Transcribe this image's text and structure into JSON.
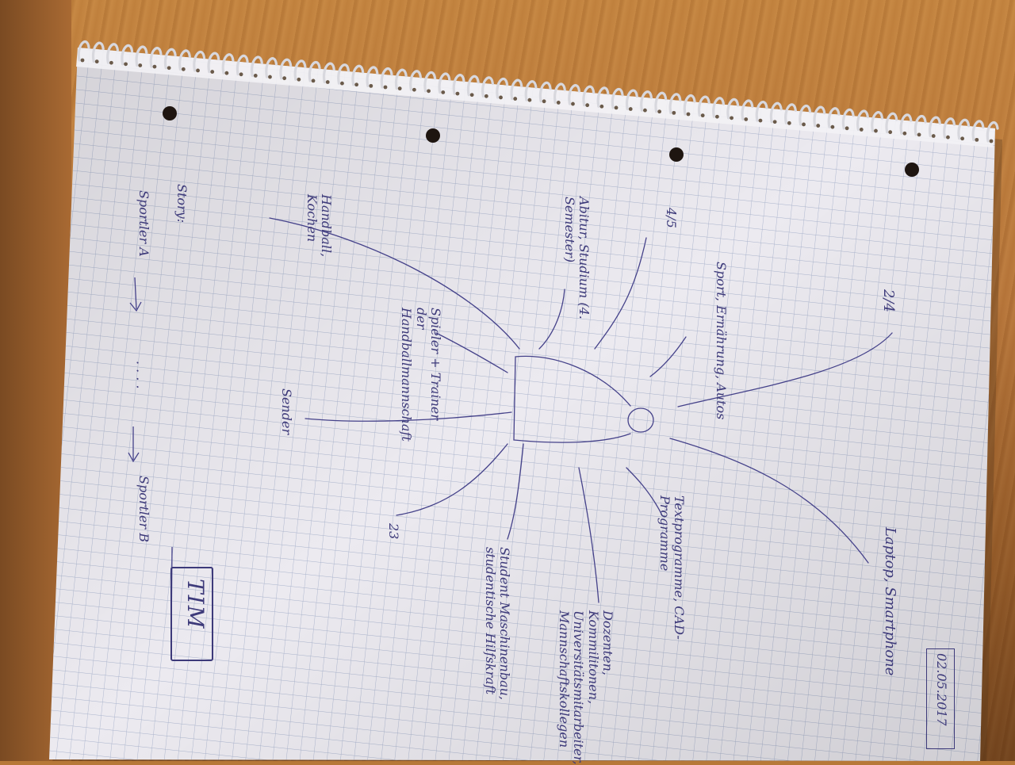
{
  "scene": {
    "description_colors": {
      "paper": "#eceaf0",
      "grid": "#a9b3cc",
      "ink": "#3d3a7a",
      "wood": "#b8763a",
      "spiral": "#e6e6ea"
    }
  },
  "notes": {
    "date": "02.05.2017",
    "center_labels": {
      "age": "2/4",
      "devices": "Laptop, Smartphone",
      "interests": "Sport, Ernährung, Autos",
      "software": "Textprogramme, CAD-Programme",
      "school": "4/5",
      "education": "Abitur, Studium (4. Semester)",
      "contacts": "Dozenten, Kommilitonen, Universitätsmitarbeiter, Mannschaftskollegen",
      "hobbies": "Handball, Kochen",
      "team": "Spieler + Trainer der Handballmannschaft",
      "status": "Student Maschinenbau, studentische Hilfskraft",
      "gender": "Sender",
      "number": "23"
    },
    "story": {
      "heading": "Story:",
      "from": "Sportler A",
      "arrow1": "→",
      "dots": "· · · ·",
      "arrow2": "→",
      "to": "Sportler B"
    },
    "name": "TIM"
  }
}
